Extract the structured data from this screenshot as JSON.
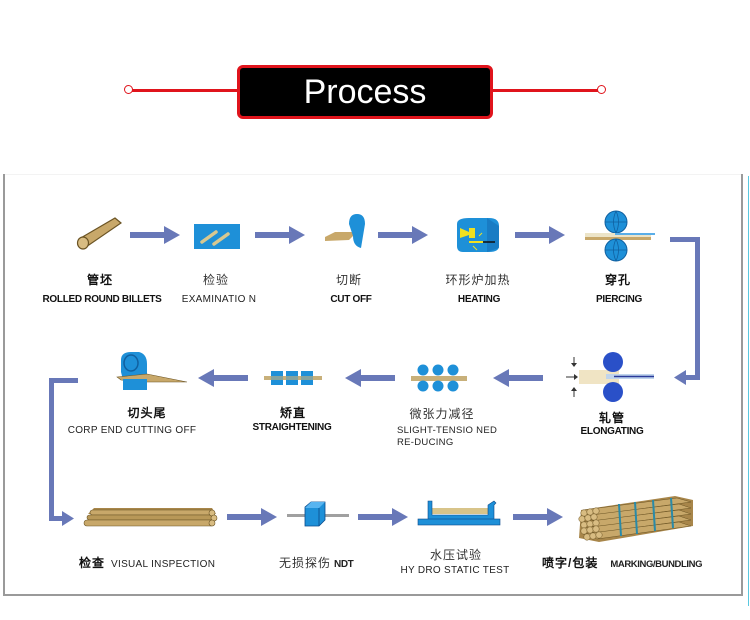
{
  "title": {
    "text": "Process"
  },
  "colors": {
    "accent_red": "#e0141c",
    "arrow_blue": "#6878b8",
    "steel_blue": "#1e90d8",
    "billet_tan": "#c8a86a",
    "frame_gray": "#9a9a9a"
  },
  "steps": [
    {
      "id": "billets",
      "cn": "管坯",
      "en": "ROLLED ROUND BILLETS",
      "icon": "round-billet-icon"
    },
    {
      "id": "examination",
      "cn": "检验",
      "en": "EXAMINATIO N",
      "icon": "examination-icon"
    },
    {
      "id": "cut-off",
      "cn": "切断",
      "en": "CUT OFF",
      "icon": "cutter-icon"
    },
    {
      "id": "heating",
      "cn": "环形炉加热",
      "en": "HEATING",
      "icon": "furnace-icon"
    },
    {
      "id": "piercing",
      "cn": "穿孔",
      "en": "PIERCING",
      "icon": "piercing-rolls-icon"
    },
    {
      "id": "elongating",
      "cn": "轧管",
      "en": "ELONGATING",
      "icon": "elongating-mill-icon"
    },
    {
      "id": "reducing",
      "cn": "微张力减径",
      "en_line1": "SLIGHT-TENSIO NED",
      "en_line2": "RE-DUCING",
      "icon": "reducing-rolls-icon"
    },
    {
      "id": "straightening",
      "cn": "矫直",
      "en": "STRAIGHTENING",
      "icon": "straightener-icon"
    },
    {
      "id": "crop-end",
      "cn": "切头尾",
      "en": "CORP END CUTTING OFF",
      "icon": "crop-cutter-icon"
    },
    {
      "id": "visual-inspection",
      "cn": "检查",
      "en": "VISUAL INSPECTION",
      "icon": "pipe-stack-icon"
    },
    {
      "id": "ndt",
      "cn": "无损探伤",
      "en": "NDT",
      "icon": "ndt-probe-icon"
    },
    {
      "id": "hydrostatic",
      "cn": "水压试验",
      "en": "HY DRO STATIC TEST",
      "icon": "hydrostatic-tester-icon"
    },
    {
      "id": "marking",
      "cn": "喷字/包装",
      "en": "MARKING/BUNDLING",
      "icon": "bundle-icon"
    }
  ]
}
